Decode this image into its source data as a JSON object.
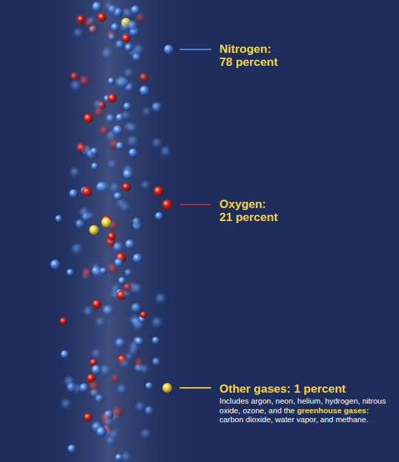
{
  "diagram": {
    "labels": [
      "Nitrogen: 78 percent",
      "Oxygen: 21 percent",
      "Other gases: 1 percent",
      "Includes argon, neon, helium, hydrogen, nitrous oxide, ozone, and the",
      "greenhouse gases:",
      "carbon dioxide, water vapor, and methane."
    ]
  }
}
